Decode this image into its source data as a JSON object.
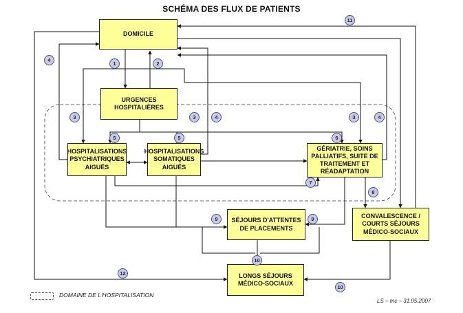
{
  "title": "SCHÉMA DES FLUX DE PATIENTS",
  "nodes": {
    "domicile": "DOMICILE",
    "urgences": "URGENCES\nHOSPITALIÈRES",
    "psy": "HOSPITALISATIONS\nPSYCHIATRIQUES\nAIGUËS",
    "soma": "HOSPITALISATIONS\nSOMATIQUES\nAIGUËS",
    "geriatrie": "GÉRIATRIE, SOINS\nPALLIATIFS, SUITE DE\nTRAITEMENT ET\nRÉADAPTATION",
    "convalescence": "CONVALESCENCE /\nCOURTS SÉJOURS\nMÉDICO-SOCIAUX",
    "attente": "SÉJOURS D'ATTENTES\nDE PLACEMENTS",
    "longs": "LONGS SÉJOURS\nMÉDICO-SOCIAUX"
  },
  "badges": {
    "b1": "1",
    "b2": "2",
    "b3a": "3",
    "b3b": "3",
    "b3c": "3",
    "b4a": "4",
    "b4b": "4",
    "b4c": "4",
    "b5a": "5",
    "b5b": "5",
    "b6": "6",
    "b7": "7",
    "b8": "8",
    "b9a": "9",
    "b9b": "9",
    "b10a": "10",
    "b10b": "10",
    "b11": "11",
    "b12": "12"
  },
  "legend": "DOMAINE  DE L'HOSPITALISATION",
  "credit": "LS – mc – 31.05.2007",
  "colors": {
    "box_fill": "#ffff99",
    "badge_fill": "#c9cbe6",
    "line": "#111111"
  }
}
